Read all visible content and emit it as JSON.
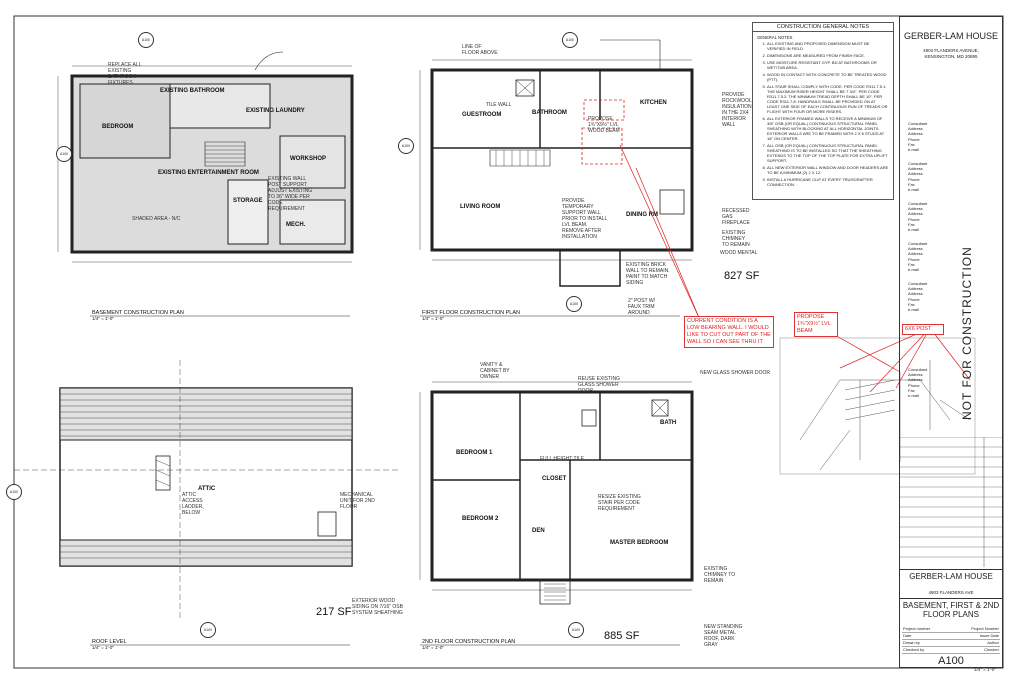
{
  "project": {
    "name": "GERBER-LAM HOUSE",
    "address_line1": "4903 FLANDERS AVENUE,",
    "address_line2": "KENSINGTON, MD 20895",
    "address_short": "4903 FLANDERS AVE",
    "sheet_title": "BASEMENT, FIRST & 2ND FLOOR PLANS",
    "sheet_number": "A100",
    "not_for_construction": "NOT FOR CONSTRUCTION",
    "scale": "1/4\" = 1'-0\""
  },
  "title_block_rows": [
    {
      "k": "Project number",
      "v": "Project Number"
    },
    {
      "k": "Date",
      "v": "Issue Date"
    },
    {
      "k": "Drawn by",
      "v": "Author"
    },
    {
      "k": "Checked by",
      "v": "Checker"
    }
  ],
  "consultant": [
    "Consultant",
    "Address",
    "Address",
    "Phone",
    "Fax",
    "e-mail"
  ],
  "notes": {
    "header": "CONSTRUCTION GENERAL NOTES",
    "general": "GENERAL NOTES",
    "items": [
      "ALL EXISTING AND PROPOSED DIMENSION MUST BE VERIFIED IN FIELD.",
      "DIMENSIONS ARE MEASURED FROM FINISH FACE.",
      "USE MOISTURE RESISTANT GYP. BD AT BATHROOMS OR WET/TUB AREA.",
      "WOOD IN CONTACT WITH CONCRETE TO BE TREATED WOOD (PTT).",
      "ALL STAIR SHALL COMPLY WITH CODE. PER CODE R311.7.5.1: THE MAXIMUM RISER HEIGHT SHALL BE 7 3/4\". PER CODE R311.7.5.2: THE MINIMUM TREAD DEPTH SHALL BE 10\". PER CODE R311.7.8: HANDRAILS SHALL BE PROVIDED ON AT LEAST ONE SIDE OF EACH CONTINUOUS RUN OF TREADS OR FLIGHT WITH FOUR OR MORE RISERS.",
      "ALL EXTERIOR FRAMED WALLS TO RECEIVE A MINIMUM OF 3/8\" OSB (OR EQUAL) CONTINUOUS STRUCTURAL PANEL SHEATHING WITH BLOCKING AT ALL HORIZONTAL JOINTS. EXTERIOR WALLS ARE TO BE FRAMED WITH 2 X 6 STUDS AT 16\" ON CENTER.",
      "ALL OSB (OR EQUAL) CONTINUOUS STRUCTURAL PANEL SHEATHING IS TO BE INSTALLED SO THAT THE SHEATHING EXTENDS TO THE TOP OF THE TOP PLATE FOR EXTRA UPLIFT SUPPORT.",
      "ALL NEW EXTERIOR WALL WINDOW AND DOOR HEADERS ARE TO BE A MINIMUM (2) 2 X 12.",
      "INSTALL A HURRICANE CLIP AT EVERY TRUSS/RAFTER CONNECTION."
    ]
  },
  "plans": {
    "basement": {
      "title": "BASEMENT CONSTRUCTION PLAN",
      "rooms": [
        "BEDROOM",
        "EXISTING BATHROOM",
        "EXISTING LAUNDRY",
        "EXISTING ENTERTAINMENT ROOM",
        "WORKSHOP",
        "STORAGE",
        "MECH."
      ],
      "notes": [
        "REPLACE ALL EXISTING BATHROOM FIXTURES",
        "EXISTING WALL POST SUPPORT",
        "ADJUST EXISTING TO 36\" WIDE PER CODE REQUIREMENT",
        "SHADED AREA - N/C",
        "LINE OF FLOOR ABOVE"
      ]
    },
    "first": {
      "title": "FIRST FLOOR CONSTRUCTION PLAN",
      "area": "827 SF",
      "rooms": [
        "GUESTROOM",
        "BATHROOM",
        "KITCHEN",
        "LIVING ROOM",
        "DINING RM"
      ],
      "notes": [
        "PROVIDE ROCKWOOL INSULATION IN THE 2X4 INTERIOR WALL",
        "PROVIDE TEMPORARY SUPPORT WALL PRIOR TO INSTALL LVL BEAM. REMOVE AFTER INSTALLATION",
        "PROPOSE 1¾\"X9½\" LVL WOOD BEAM",
        "RECESSED GAS FIREPLACE",
        "EXISTING CHIMNEY TO REMAIN",
        "WOOD MENTAL",
        "EXISTING BRICK WALL TO REMAIN. PAINT TO MATCH SIDING",
        "2\" POST W/ FAUX TRIM AROUND",
        "TILE WALL"
      ],
      "redline": "CURRENT CONDITION IS A LOW BEARING WALL. I WOULD LIKE TO CUT OUT PART OF THE WALL SO I CAN SEE THRU IT"
    },
    "roof": {
      "title": "ROOF LEVEL",
      "area": "217 SF",
      "rooms": [
        "ATTIC"
      ],
      "notes": [
        "ATTIC ACCESS LADDER, BELOW",
        "MECHANICAL UNIT FOR 2ND FLOOR"
      ]
    },
    "second": {
      "title": "2ND FLOOR CONSTRUCTION PLAN",
      "area": "885 SF",
      "rooms": [
        "BEDROOM 1",
        "BEDROOM 2",
        "BATH",
        "CLOSET",
        "DEN",
        "MASTER BEDROOM"
      ],
      "notes": [
        "VANITY & CABINET BY OWNER",
        "REUSE EXISTING GLASS SHOWER DOOR",
        "NEW GLASS SHOWER DOOR",
        "FULL HEIGHT TILE",
        "RESIZE EXISTING STAIR PER CODE REQUIREMENT",
        "EXISTING CHIMNEY TO REMAIN",
        "NEW STANDING SEAM METAL ROOF, DARK GRAY",
        "EXTERIOR WOOD SIDING ON 7/16\" OSB SYSTEM SHEATHING"
      ]
    }
  },
  "photo": {
    "label_beam": "PROPOSE 1¾\"X9½\" LVL BEAM",
    "label_post": "6X6 POST"
  },
  "colors": {
    "line": "#222222",
    "red": "#dd2222",
    "shade": "#d8d8d8"
  }
}
